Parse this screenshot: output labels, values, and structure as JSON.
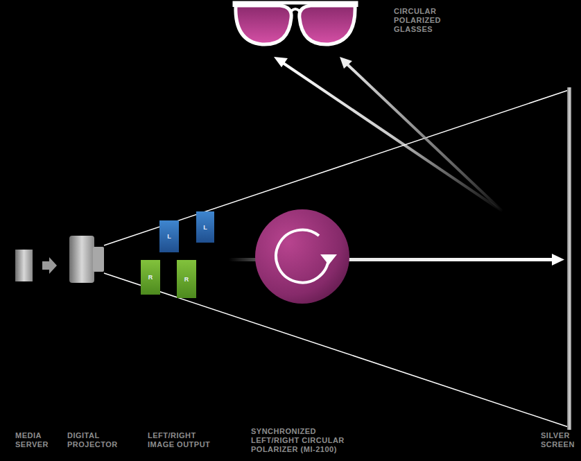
{
  "diagram": {
    "nodes": [
      {
        "text": [
          "L"
        ]
      },
      {
        "text": [
          "L"
        ]
      },
      {
        "text": [
          "R"
        ]
      },
      {
        "text": [
          "R"
        ]
      }
    ],
    "labels": [
      "CIRCULAR POLARIZED GLASSES",
      "MEDIA SERVER",
      "DIGITAL PROJECTOR",
      "LEFT/RIGHT IMAGE OUTPUT",
      "SYNCHRONIZED LEFT/RIGHT CIRCULAR POLARIZER (MI-2100)",
      "SILVER SCREEN"
    ]
  }
}
